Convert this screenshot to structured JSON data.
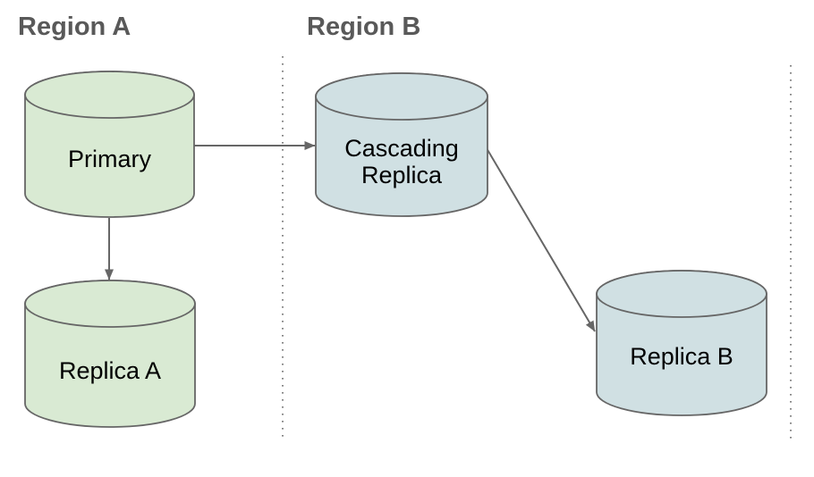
{
  "diagram": {
    "regions": [
      {
        "id": "region-a",
        "label": "Region A"
      },
      {
        "id": "region-b",
        "label": "Region B"
      }
    ],
    "nodes": [
      {
        "id": "primary",
        "label": "Primary",
        "region": "Region A",
        "shape": "database-cylinder"
      },
      {
        "id": "replica-a",
        "label": "Replica A",
        "region": "Region A",
        "shape": "database-cylinder"
      },
      {
        "id": "cascading-replica",
        "label_line1": "Cascading",
        "label_line2": "Replica",
        "region": "Region B",
        "shape": "database-cylinder"
      },
      {
        "id": "replica-b",
        "label": "Replica B",
        "region": "Region B",
        "shape": "database-cylinder"
      }
    ],
    "edges": [
      {
        "from": "primary",
        "to": "cascading-replica"
      },
      {
        "from": "primary",
        "to": "replica-a"
      },
      {
        "from": "cascading-replica",
        "to": "replica-b"
      }
    ],
    "colors": {
      "region_a_node_fill": "#d9ead3",
      "region_b_node_fill": "#d0e0e3",
      "node_stroke": "#666666",
      "edge": "#666666",
      "divider": "#666666",
      "heading_text": "#595959",
      "node_label_text": "#000000",
      "background": "#ffffff"
    }
  }
}
